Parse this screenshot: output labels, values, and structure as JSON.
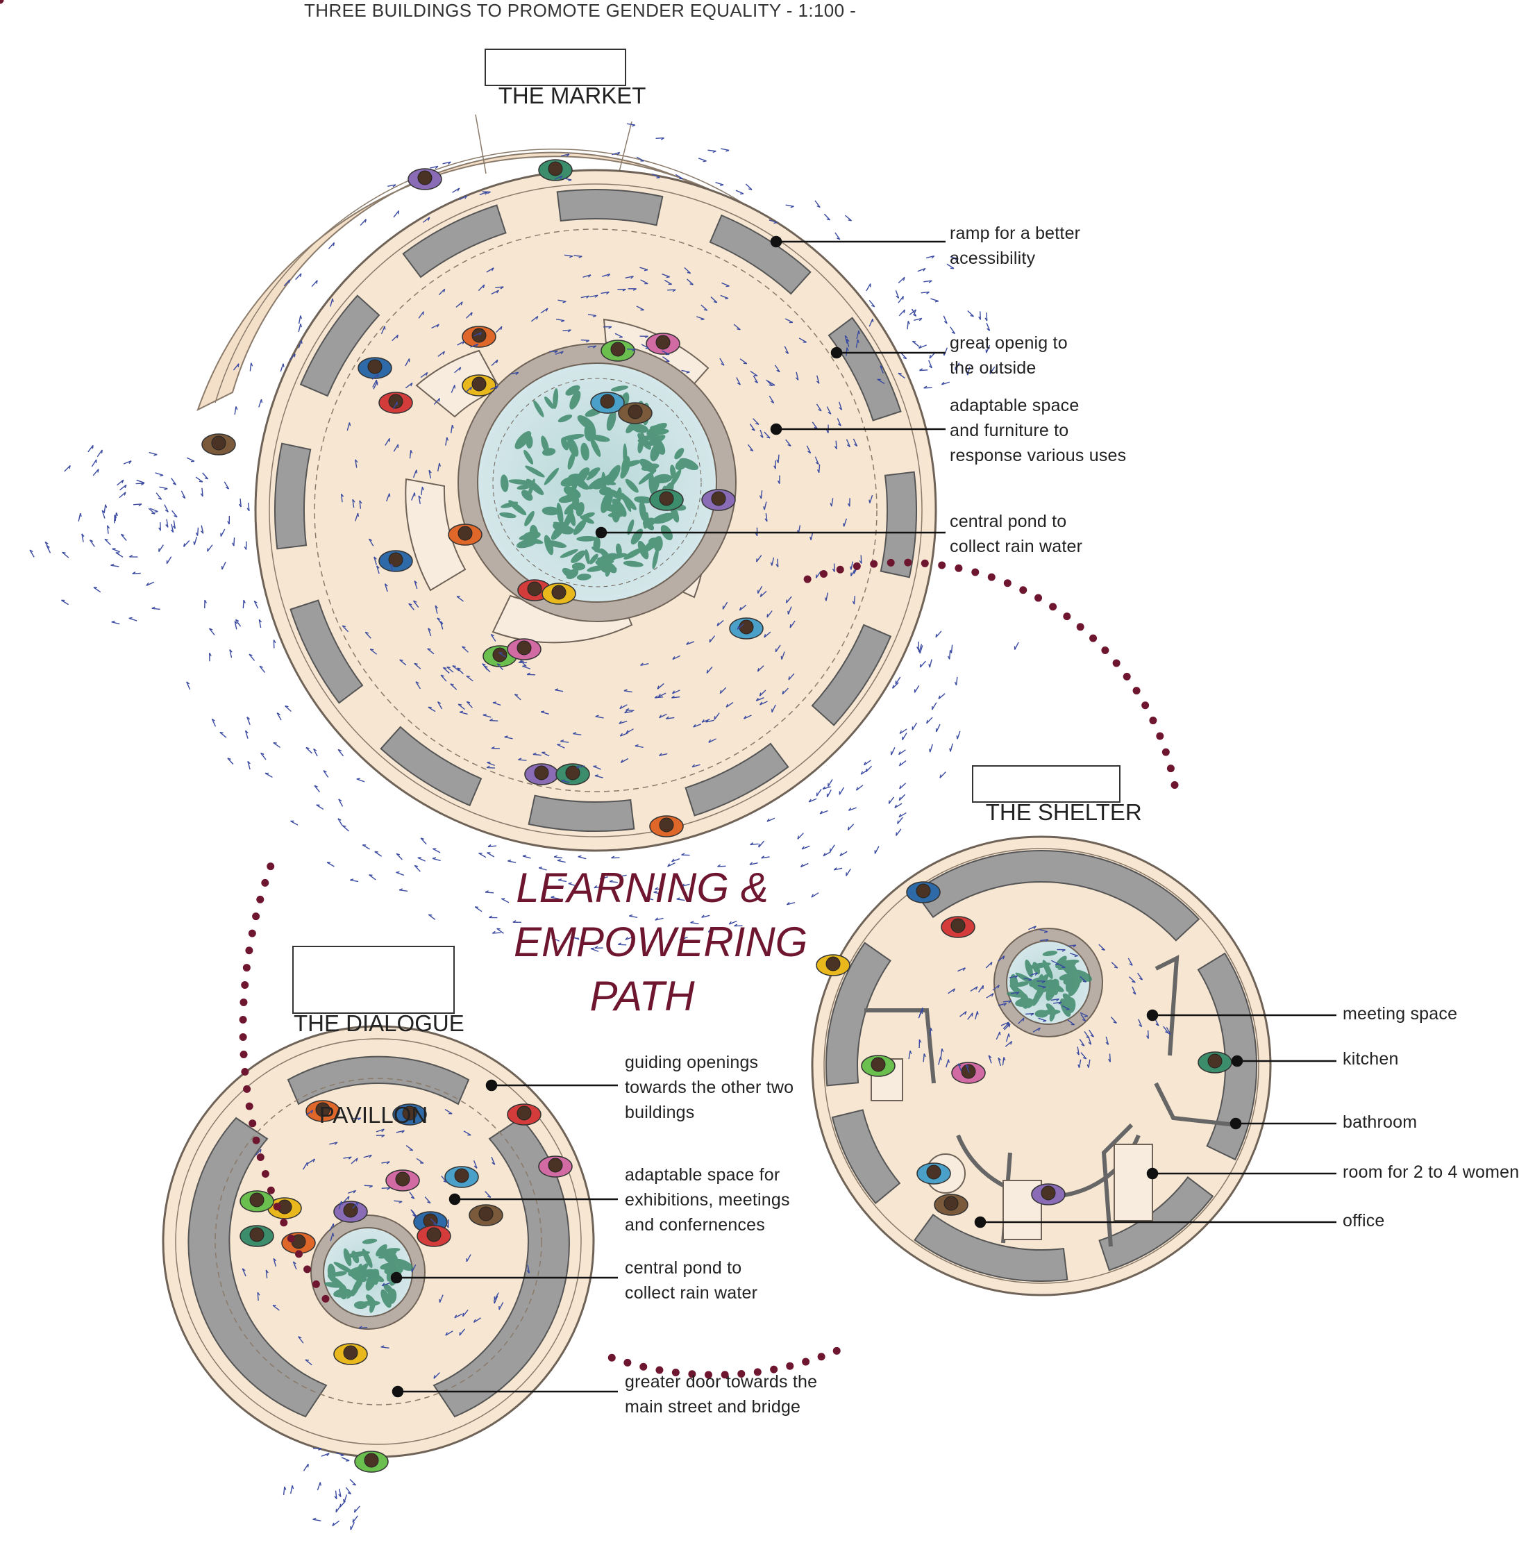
{
  "title": "THREE BUILDINGS TO PROMOTE GENDER EQUALITY - 1:100 -",
  "buildings": {
    "market": "THE MARKET",
    "shelter": "THE SHELTER",
    "dialogue_line1": "THE DIALOGUE",
    "dialogue_line2": "PAVILLON"
  },
  "path_title": [
    "LEARNING &",
    "EMPOWERING",
    "PATH"
  ],
  "market_labels": [
    "ramp for a better\nacessibility",
    "great openig to\nthe outside",
    "adaptable space\nand furniture to\nresponse various uses",
    "central pond to\ncollect rain water"
  ],
  "dialogue_labels": [
    "guiding openings\ntowards the other two\nbuildings",
    "adaptable space for\nexhibitions, meetings\nand confernences",
    "central pond to\ncollect rain water",
    "greater door towards the\nmain street and bridge"
  ],
  "shelter_labels": [
    "meeting space",
    "kitchen",
    "bathroom",
    "room for 2 to 4 women",
    "office"
  ],
  "colors": {
    "floor": "#f6e6d2",
    "wall": "#9d9d9d",
    "pond": "#c7dfe0",
    "pond_plants": "#3f8a6c",
    "path_dots": "#6e1630",
    "arrows": "#3a4aa0"
  }
}
